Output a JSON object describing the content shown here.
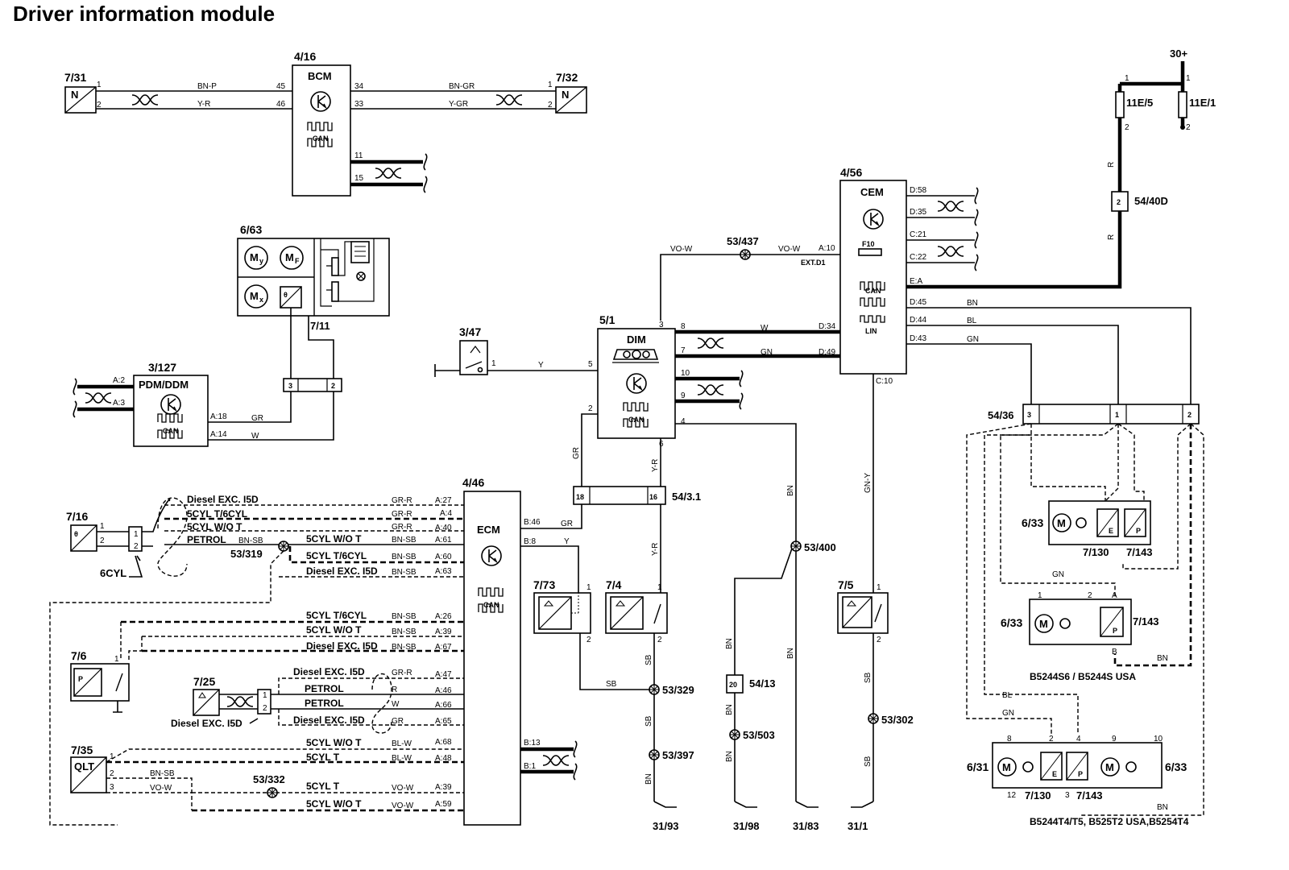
{
  "title": "Driver information module",
  "components": {
    "bcm": {
      "ref": "4/16",
      "name": "BCM",
      "can": "CAN",
      "pins": [
        "45",
        "46",
        "34",
        "33",
        "11",
        "15"
      ]
    },
    "sensor_7_31": {
      "ref": "7/31",
      "symbol": "N",
      "pins": [
        "1",
        "2"
      ]
    },
    "sensor_7_32": {
      "ref": "7/32",
      "symbol": "N",
      "pins": [
        "1",
        "2"
      ]
    },
    "cem": {
      "ref": "4/56",
      "name": "CEM",
      "fuse": "F10",
      "ext": "EXT.D1",
      "can": "CAN",
      "lin": "LIN",
      "pins": [
        "D:58",
        "D:35",
        "C:21",
        "C:22",
        "A:10",
        "E:A",
        "D:45",
        "D:44",
        "D:43",
        "D:34",
        "D:49",
        "C:10"
      ]
    },
    "climate_6_63": {
      "ref": "6/63",
      "sub_ref": "7/11"
    },
    "pdm": {
      "ref": "3/127",
      "name": "PDM/DDM",
      "can": "CAN",
      "pins": [
        "A:2",
        "A:3",
        "A:18",
        "A:14"
      ]
    },
    "switch_3_47": {
      "ref": "3/47",
      "pin": "1"
    },
    "dim": {
      "ref": "5/1",
      "name": "DIM",
      "can": "CAN",
      "pins": [
        "3",
        "5",
        "8",
        "7",
        "10",
        "9",
        "2",
        "4",
        "6"
      ]
    },
    "ecm": {
      "ref": "4/46",
      "name": "ECM",
      "can": "CAN",
      "pins": [
        "A:27",
        "A:4",
        "A:40",
        "A:61",
        "A:60",
        "A:63",
        "A:26",
        "A:39",
        "A:67",
        "A:47",
        "A:46",
        "A:66",
        "A:65",
        "A:68",
        "A:48",
        "A:39",
        "A:59",
        "B:46",
        "B:8",
        "B:13",
        "B:1"
      ]
    },
    "sensor_7_16": {
      "ref": "7/16",
      "pins": [
        "1",
        "2"
      ]
    },
    "sensor_7_6": {
      "ref": "7/6",
      "pin": "1"
    },
    "sensor_7_25": {
      "ref": "7/25",
      "pins": [
        "1",
        "2"
      ]
    },
    "sensor_7_35": {
      "ref": "7/35",
      "symbol": "QLT",
      "pins": [
        "1",
        "2",
        "3"
      ]
    },
    "switch_7_73": {
      "ref": "7/73",
      "pins": [
        "1",
        "2"
      ]
    },
    "switch_7_4": {
      "ref": "7/4",
      "pins": [
        "1",
        "2"
      ]
    },
    "switch_7_5": {
      "ref": "7/5",
      "pins": [
        "1",
        "2"
      ]
    },
    "throttle_6_33a": {
      "ref": "6/33",
      "sub_refs": [
        "7/130",
        "7/143"
      ],
      "letters": [
        "E",
        "P"
      ]
    },
    "throttle_6_33b": {
      "ref": "6/33",
      "sub_ref": "7/143",
      "pins": [
        "1",
        "2",
        "A",
        "B"
      ],
      "letters": [
        "P"
      ]
    },
    "throttle_6_31": {
      "ref": "6/31",
      "ref2": "6/33",
      "sub_refs": [
        "7/130",
        "7/143"
      ],
      "pins": [
        "8",
        "2",
        "4",
        "9",
        "10",
        "12",
        "3"
      ],
      "letters": [
        "E",
        "P"
      ]
    }
  },
  "connectors": {
    "c54_40D": {
      "ref": "54/40D",
      "pin": "2"
    },
    "c54_36": {
      "ref": "54/36",
      "pins": [
        "3",
        "1",
        "2"
      ]
    },
    "c54_3_1": {
      "ref": "54/3.1",
      "pins": [
        "18",
        "16"
      ]
    },
    "c54_13": {
      "ref": "54/13",
      "pin": "20"
    },
    "c7_11": {
      "pins": [
        "3",
        "2"
      ]
    }
  },
  "power": {
    "label": "30+",
    "fuses": [
      "11E/5",
      "11E/1"
    ],
    "pins": [
      "1",
      "1",
      "2",
      "2"
    ]
  },
  "splices": [
    "53/437",
    "53/319",
    "53/400",
    "53/329",
    "53/397",
    "53/503",
    "53/302",
    "53/332"
  ],
  "grounds": [
    "31/93",
    "31/98",
    "31/83",
    "31/1"
  ],
  "wire_colors": {
    "bn_p": "BN-P",
    "y_r": "Y-R",
    "bn_gr": "BN-GR",
    "y_gr": "Y-GR",
    "vo_w": "VO-W",
    "r": "R",
    "bn": "BN",
    "bl": "BL",
    "gn": "GN",
    "w": "W",
    "y": "Y",
    "gr": "GR",
    "gr_r": "GR-R",
    "bn_sb": "BN-SB",
    "sb": "SB",
    "gn_y": "GN-Y",
    "bl_w": "BL-W"
  },
  "variant_labels": {
    "diesel_exc_i5d": "Diesel EXC. I5D",
    "cyl5_t_6cyl": "5CYL T/6CYL",
    "cyl5_wo_t": "5CYL W/O T",
    "petrol": "PETROL",
    "cyl6": "6CYL",
    "cyl5_t": "5CYL T"
  },
  "engine_variants": [
    "B5244S6 / B5244S USA",
    "B5244T4/T5, B525T2 USA,B5254T4"
  ]
}
